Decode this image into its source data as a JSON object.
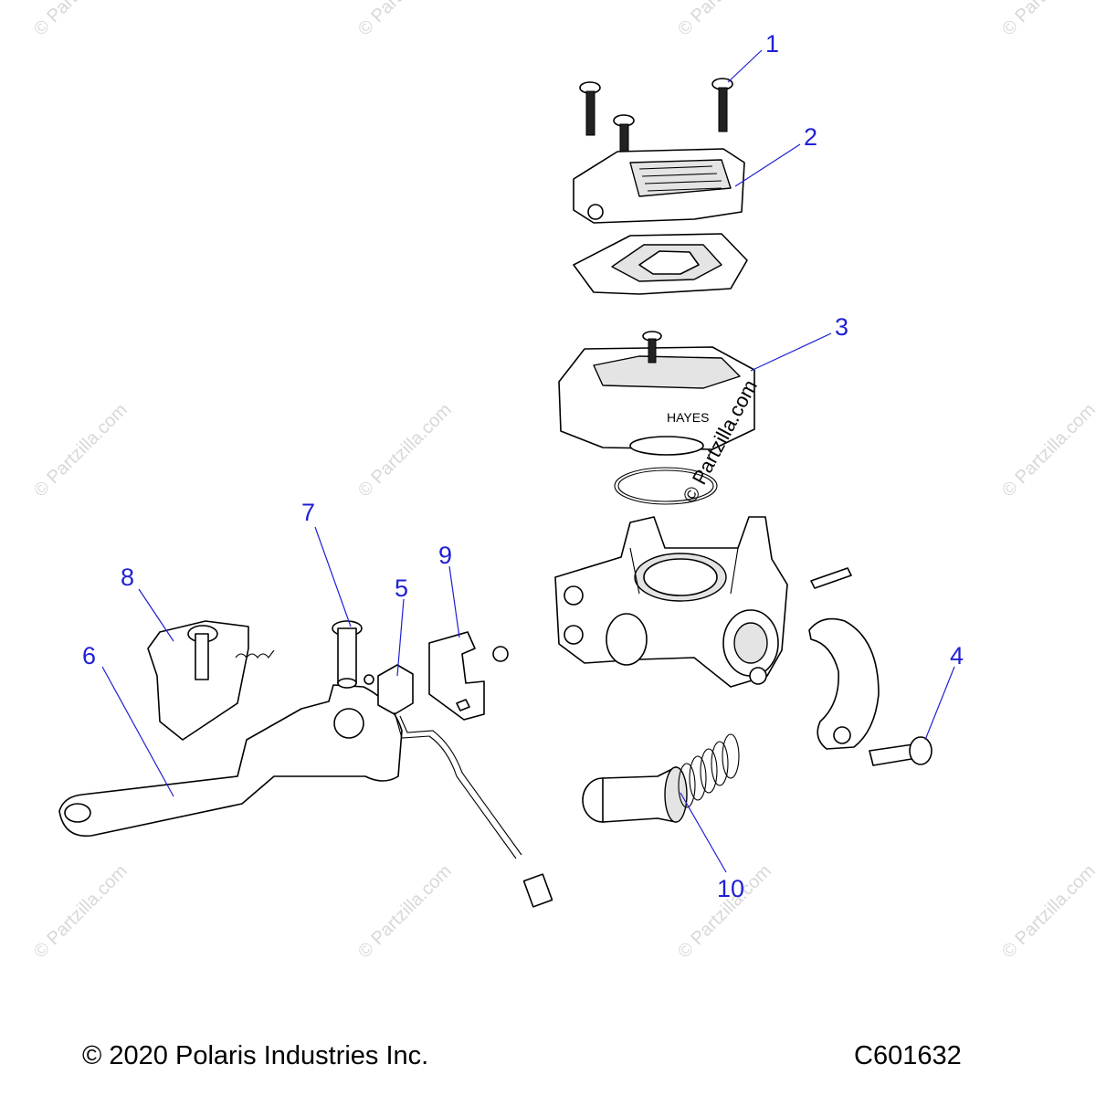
{
  "diagram": {
    "callouts": [
      "1",
      "2",
      "3",
      "4",
      "5",
      "6",
      "7",
      "8",
      "9",
      "10"
    ],
    "brand_mark": "HAYES",
    "watermark": "© Partzilla.com",
    "accent_color": "#1f1fd6"
  },
  "footer": {
    "copyright": "© 2020 Polaris Industries Inc.",
    "part_code": "C601632"
  }
}
